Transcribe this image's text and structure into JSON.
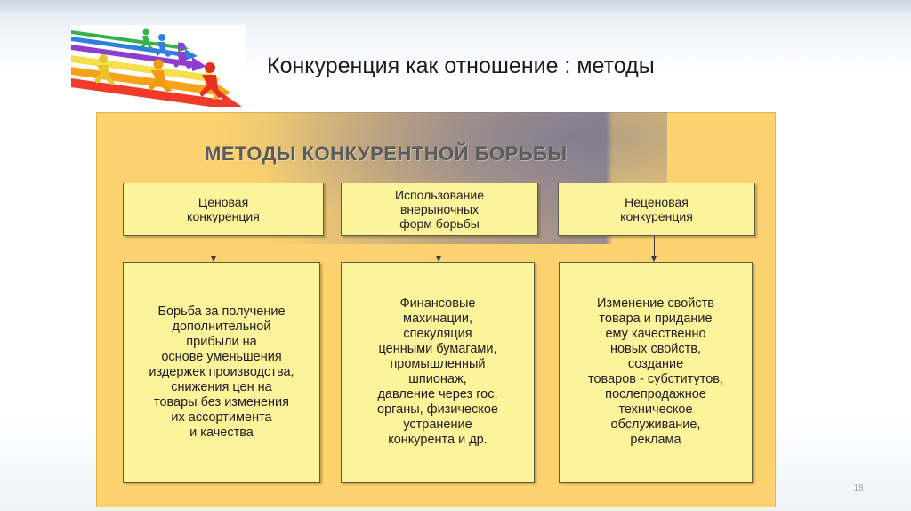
{
  "slide": {
    "title": "Конкуренция как отношение : методы",
    "page_number": "18"
  },
  "diagram": {
    "heading": "МЕТОДЫ КОНКУРЕНТНОЙ БОРЬБЫ",
    "columns": [
      {
        "header": "Ценовая\nконкуренция",
        "body": "Борьба за получение\nдополнительной\nприбыли на\nоснове уменьшения\nиздержек производства,\nснижения цен на\nтовары без изменения\nих ассортимента\nи качества"
      },
      {
        "header": "Использование\nвнерыночных\nформ борьбы",
        "body": "Финансовые\nмахинации,\nспекуляция\nценными бумагами,\nпромышленный\nшпионаж,\nдавление через гос.\nорганы, физическое\nустранение\nконкурента и др."
      },
      {
        "header": "Неценовая\nконкуренция",
        "body": "Изменение свойств\nтовара и придание\nему качественно\nновых свойств,\nсоздание\nтоваров - субститутов,\nпослепродажное\nтехническое\nобслуживание,\nреклама"
      }
    ]
  },
  "colors": {
    "diagram_background": "#fbd26f",
    "box_fill": "#fdf39a",
    "arrow_1": "#f23a2a",
    "arrow_2": "#f7a21b",
    "arrow_3": "#f4e04a",
    "arrow_4": "#8e3fd0",
    "arrow_5": "#2f7fe0",
    "arrow_6": "#34b24a"
  },
  "logo": {
    "icon": "running-figures-on-arrows"
  }
}
